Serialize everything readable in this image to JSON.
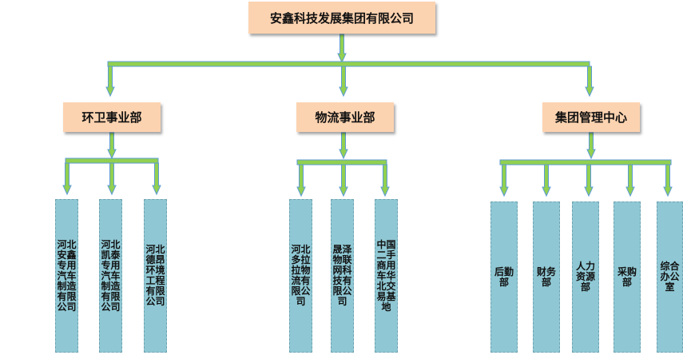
{
  "colors": {
    "box_fill": "#fcd3b0",
    "leaf_fill": "#8fc8d4",
    "connector_fill": "#92d050",
    "connector_stroke": "#5b9bd5"
  },
  "root": {
    "label": "安鑫科技发展集团有限公司"
  },
  "divisions": [
    {
      "label": "环卫事业部",
      "children": [
        "河北安鑫专用汽车制造有限公司",
        "河北凯泰专用汽车制造有限公司",
        "河北德昂环境工程有限公司"
      ]
    },
    {
      "label": "物流事业部",
      "children": [
        "河北多拉拉物流有限公司",
        "晟泽物联网科技有限公司",
        "中国二手商用车华北交易基地"
      ]
    },
    {
      "label": "集团管理中心",
      "children": [
        "后勤部",
        "财务部",
        "人力资源部",
        "采购部",
        "综合办公室"
      ]
    }
  ]
}
